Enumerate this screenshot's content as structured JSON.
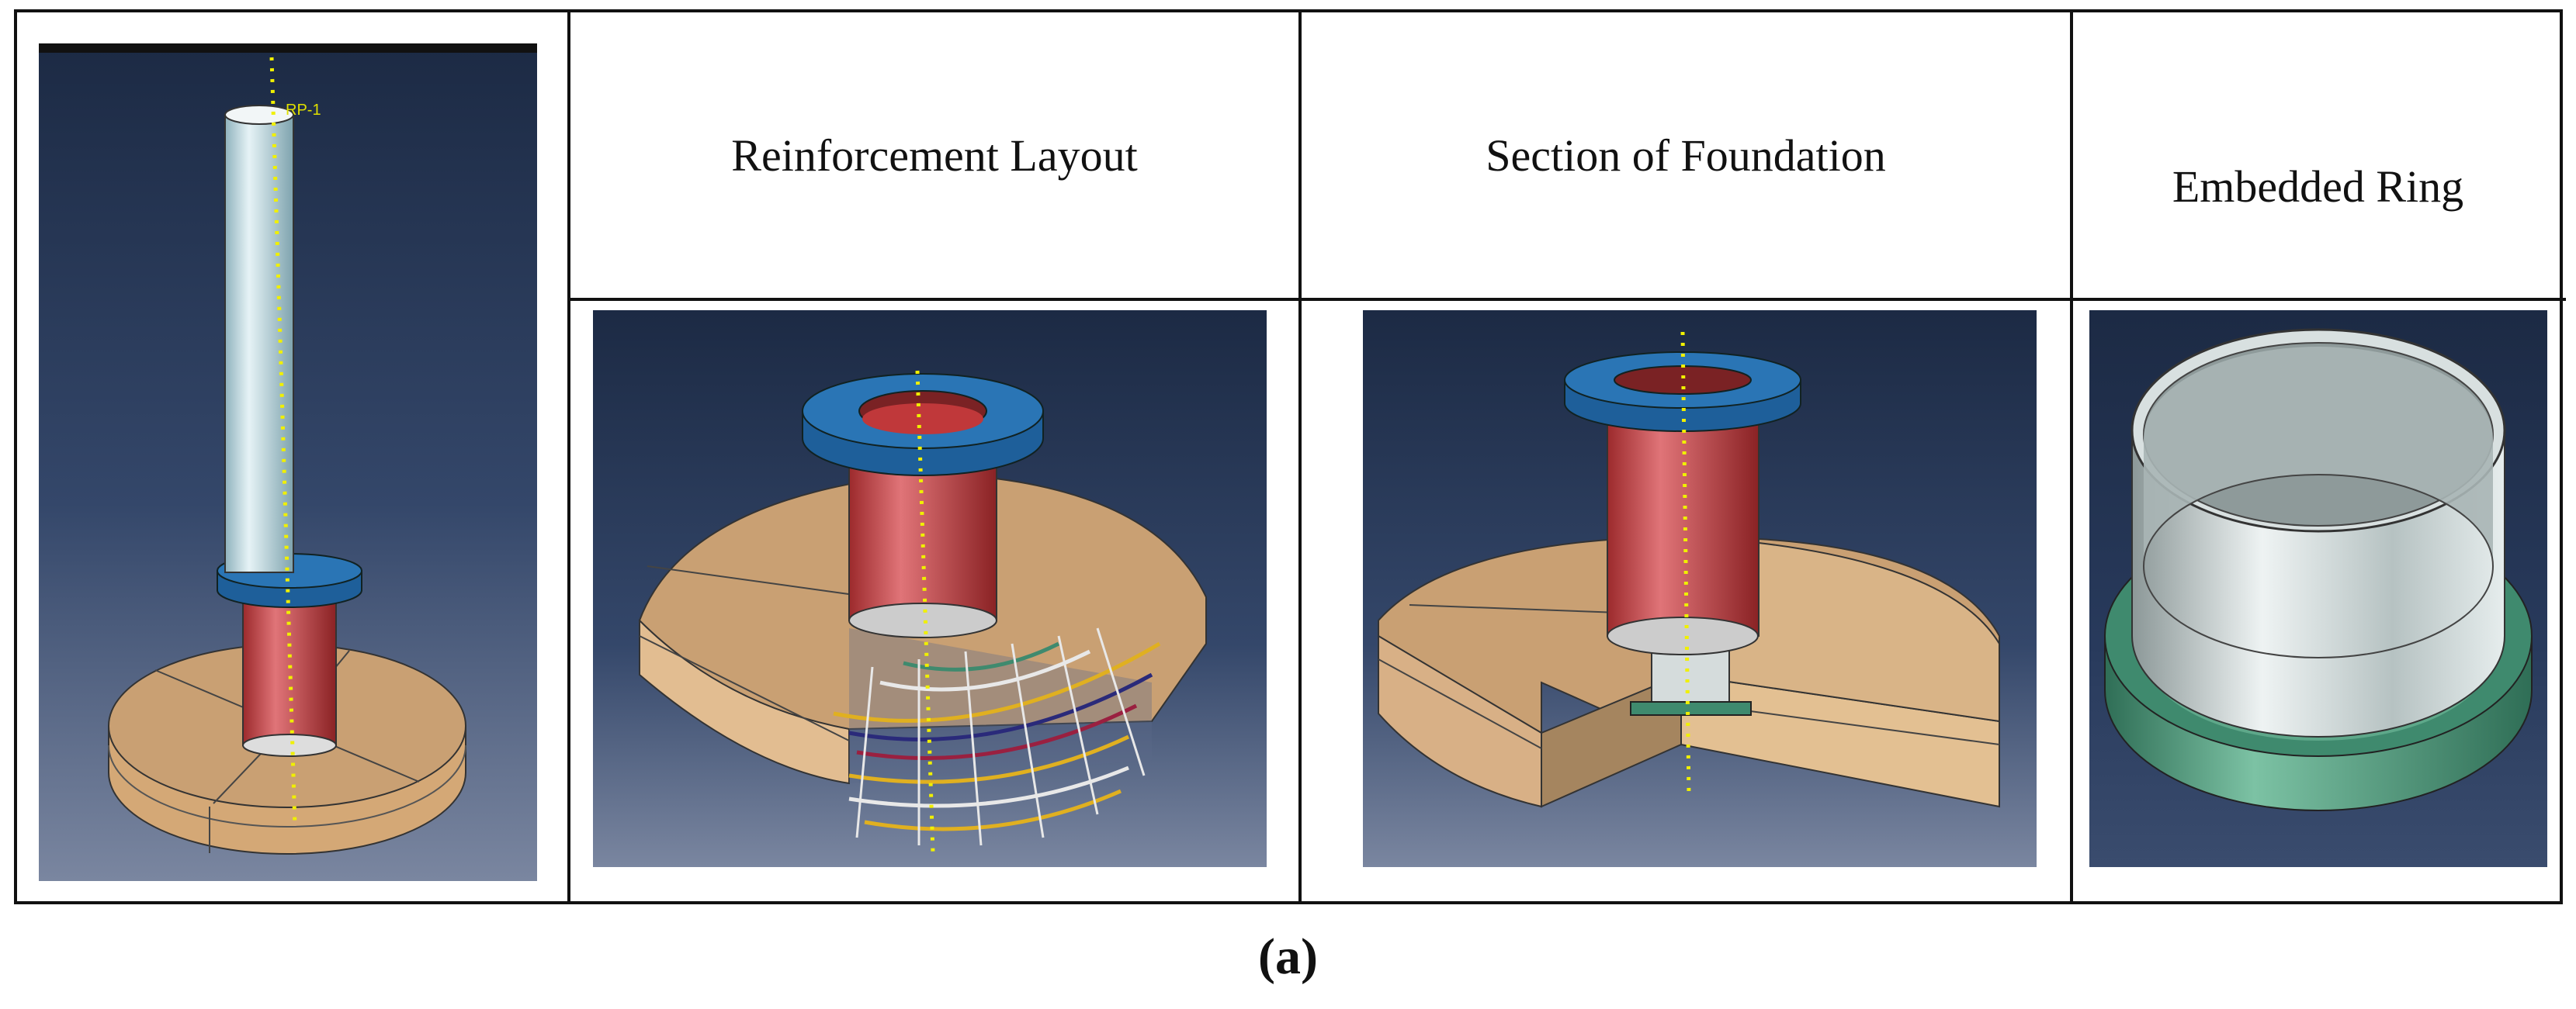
{
  "table": {
    "headers": [
      "",
      "Reinforcement Layout",
      "Section of Foundation",
      "Embedded Ring"
    ]
  },
  "panels": {
    "overall_model": {
      "reference_point_label": "RP-1"
    }
  },
  "caption": "(a)",
  "colors": {
    "viewport_top": "#1c2a44",
    "viewport_bottom": "#7a86a0",
    "foundation_concrete": "#cfa87c",
    "tower_shaft": "#b8d4dc",
    "steel_tube": "#c0383a",
    "flange": "#1e5f9a",
    "embedded_ring_steel": "#c8d2d2",
    "embedded_ring_base": "#3f8a6e",
    "rebar_gold": "#e0b020",
    "rebar_navy": "#2a2a7a",
    "rebar_crimson": "#9a2040",
    "rebar_white": "#e8e8e8",
    "axis_dotted": "#f0f000"
  }
}
